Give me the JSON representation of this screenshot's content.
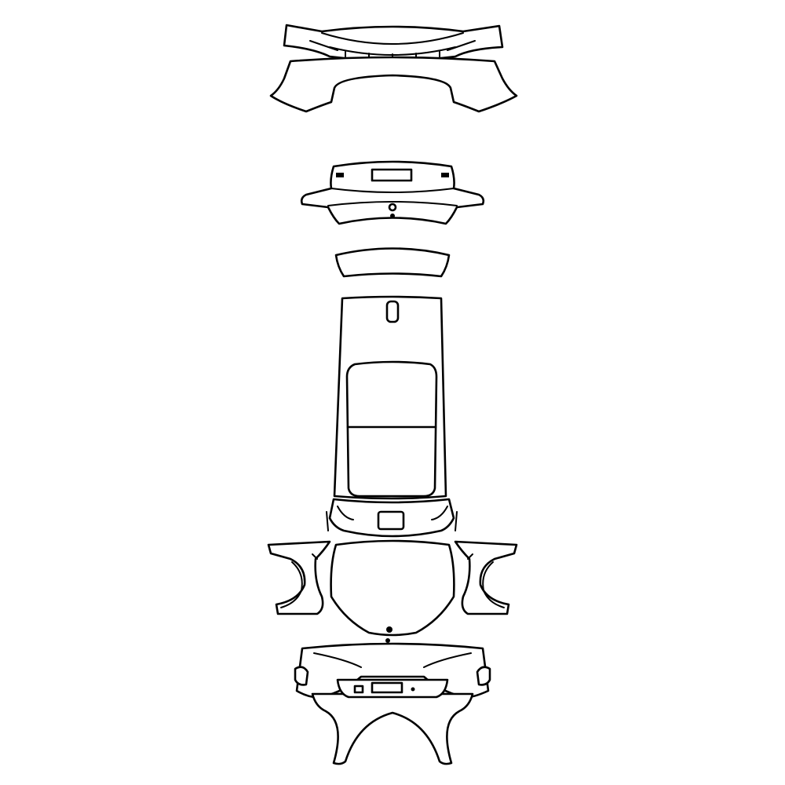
{
  "diagram": {
    "colors": {
      "background": "#ffffff",
      "line": "#000000"
    },
    "parts": [
      "front-bumper-upper",
      "front-apron",
      "rear-bumper",
      "rear-lip",
      "roof-panel",
      "rear-valance",
      "rear-fenders-and-trunk",
      "front-bumper-lower"
    ]
  }
}
